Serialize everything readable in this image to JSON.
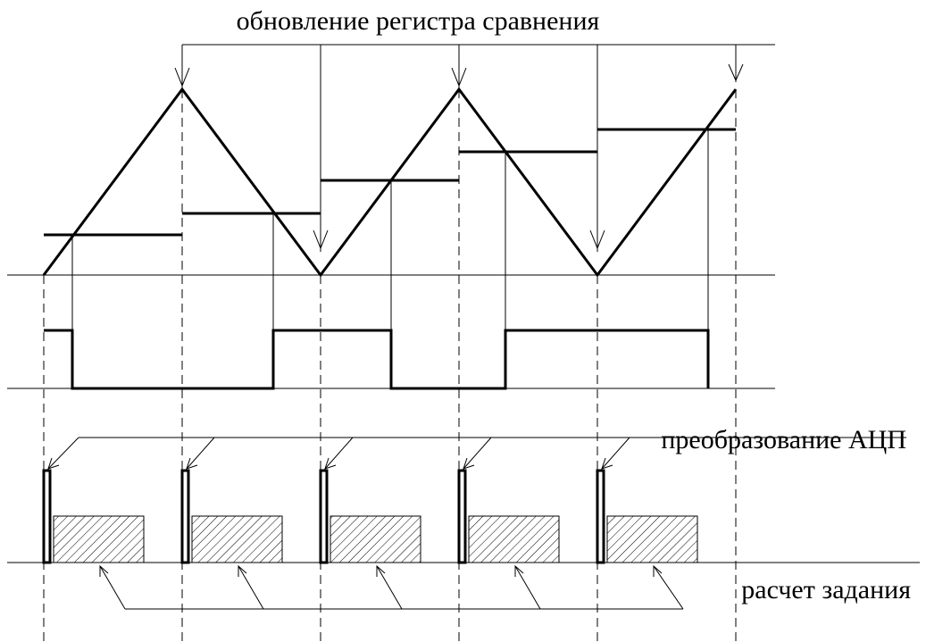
{
  "labels": {
    "top": "обновление регистра сравнения",
    "adc": "преобразование АЦП",
    "calc": "расчет задания"
  },
  "colors": {
    "line": "#000000",
    "background": "#ffffff"
  }
}
